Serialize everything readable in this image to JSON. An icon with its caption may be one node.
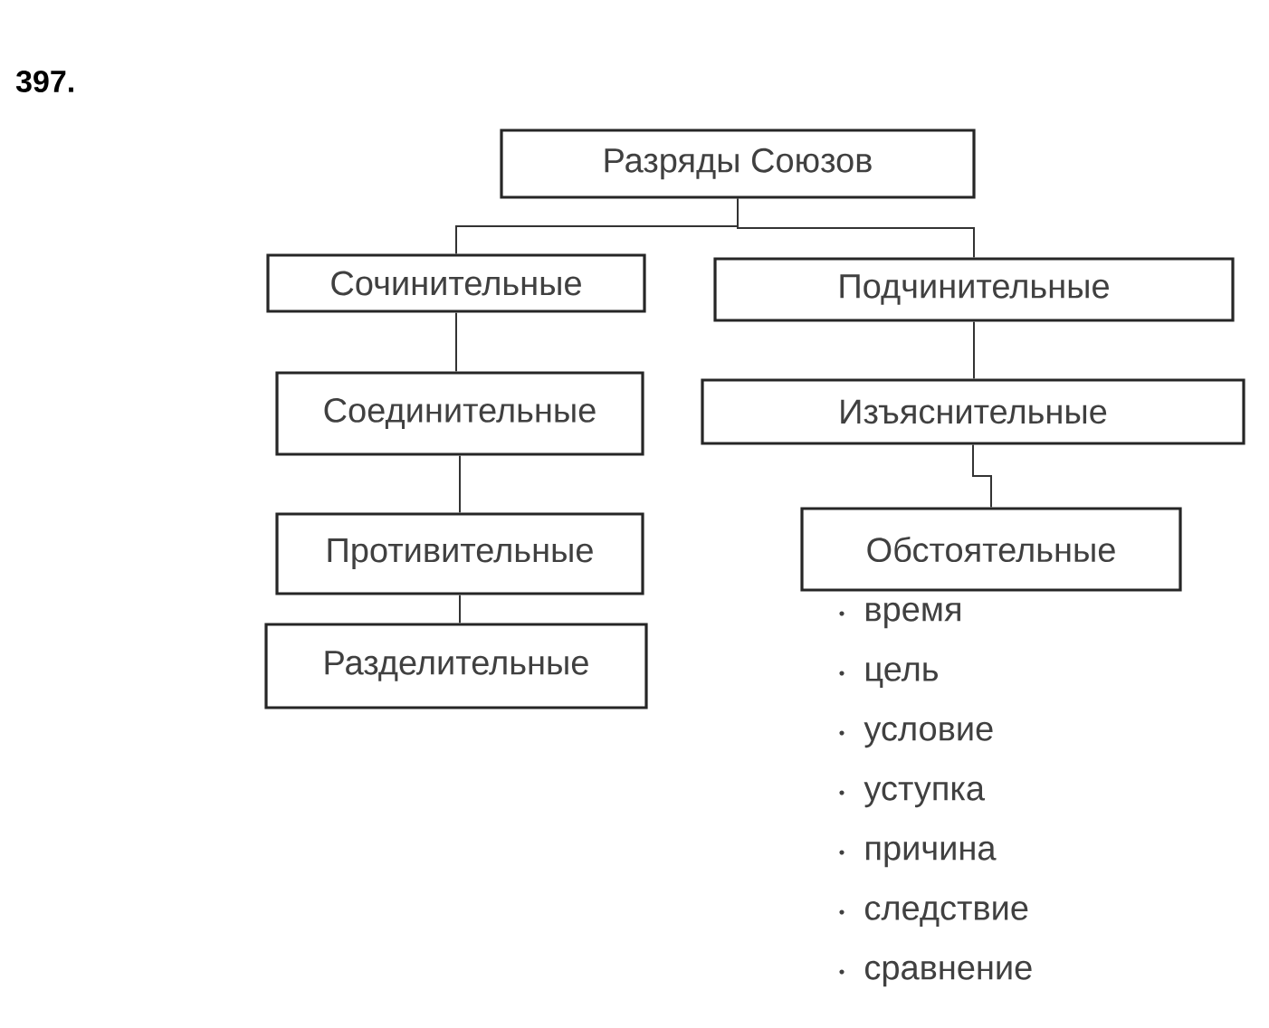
{
  "diagram": {
    "title": "397.",
    "nodes": [
      {
        "text": [
          "Разряды Союзов"
        ]
      },
      {
        "text": [
          "Сочинительные"
        ]
      },
      {
        "text": [
          "Подчинительные"
        ]
      },
      {
        "text": [
          "Соединительные"
        ]
      },
      {
        "text": [
          "Противительные"
        ]
      },
      {
        "text": [
          "Разделительные"
        ]
      },
      {
        "text": [
          "Изъяснительные"
        ]
      },
      {
        "text": [
          "Обстоятельные"
        ],
        "beside": [
          "время",
          "цель",
          "условие",
          "уступка",
          "причина",
          "следствие",
          "сравнение"
        ]
      }
    ],
    "edges": [
      {
        "from": 0,
        "to": 1,
        "arrow": "none"
      },
      {
        "from": 0,
        "to": 2,
        "arrow": "none"
      },
      {
        "from": 1,
        "to": 3,
        "arrow": "none"
      },
      {
        "from": 3,
        "to": 4,
        "arrow": "none"
      },
      {
        "from": 4,
        "to": 5,
        "arrow": "none"
      },
      {
        "from": 2,
        "to": 6,
        "arrow": "none"
      },
      {
        "from": 6,
        "to": 7,
        "arrow": "none"
      }
    ]
  }
}
